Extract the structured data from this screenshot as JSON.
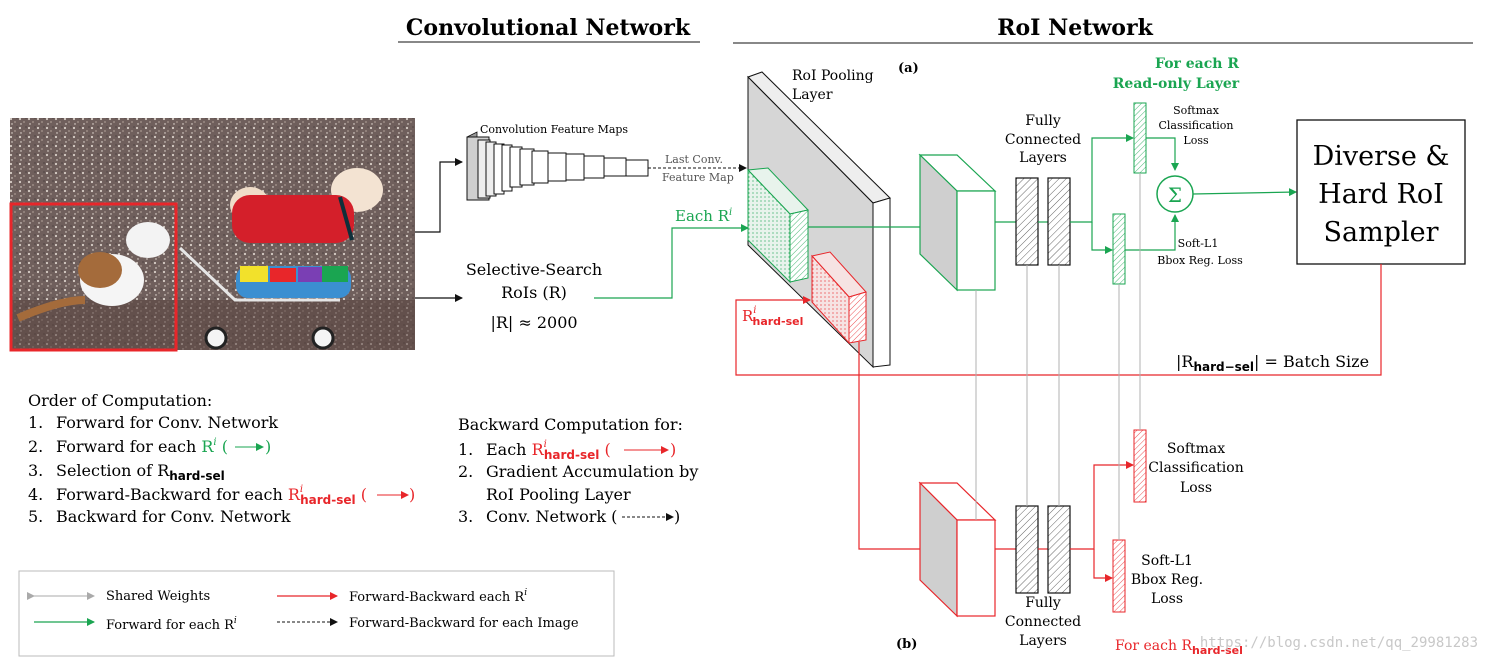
{
  "headers": {
    "conv_network": "Convolutional Network",
    "roi_network": "RoI Network"
  },
  "labels": {
    "panel_a": "(a)",
    "panel_b": "(b)",
    "conv_feature_maps": "Convolution Feature Maps",
    "last_conv_1": "Last Conv.",
    "last_conv_2": "Feature Map",
    "selective_search_1": "Selective-Search",
    "selective_search_2": "RoIs (R)",
    "r_count": "|R| ≈ 2000",
    "each_r": "Each R",
    "each_r_sup": "i",
    "r_hardsel": "R",
    "r_hardsel_sup": "i",
    "r_hardsel_sub": "hard-sel",
    "roi_pool_1": "RoI Pooling",
    "roi_pool_2": "Layer",
    "fc_top_1": "Fully",
    "fc_top_2": "Connected",
    "fc_top_3": "Layers",
    "fc_bot_1": "Fully",
    "fc_bot_2": "Connected",
    "fc_bot_3": "Layers",
    "for_each_r": "For each R",
    "read_only_layer": "Read-only Layer",
    "softmax_top_1": "Softmax",
    "softmax_top_2": "Classification",
    "softmax_top_3": "Loss",
    "softl1_top_1": "Soft-L1",
    "softl1_top_2": "Bbox Reg. Loss",
    "softmax_bot_1": "Softmax",
    "softmax_bot_2": "Classification",
    "softmax_bot_3": "Loss",
    "softl1_bot_1": "Soft-L1",
    "softl1_bot_2": "Bbox Reg.",
    "softl1_bot_3": "Loss",
    "sigma": "Σ",
    "sampler_1": "Diverse &",
    "sampler_2": "Hard RoI",
    "sampler_3": "Sampler",
    "batch_size_pre": "|R",
    "batch_size_sub": "hard−sel",
    "batch_size_post": "| = Batch Size",
    "for_each_hardsel_pre": "For each R",
    "for_each_hardsel_sub": "hard-sel",
    "watermark": "https://blog.csdn.net/qq_29981283"
  },
  "order": {
    "title": "Order of Computation:",
    "items": [
      {
        "num": "1.",
        "text": "Forward for Conv. Network"
      },
      {
        "num": "2.",
        "text": "Forward for each "
      },
      {
        "num": "3.",
        "text": "Selection of R"
      },
      {
        "num": "4.",
        "text": "Forward-Backward for each "
      },
      {
        "num": "5.",
        "text": "Backward for Conv. Network"
      }
    ],
    "item2_r": "R",
    "item2_sup": "i",
    "item3_sub": "hard-sel",
    "item4_r": "R",
    "item4_sup": "i",
    "item4_sub": "hard-sel"
  },
  "backward": {
    "title": "Backward Computation for:",
    "items": [
      {
        "num": "1.",
        "text": "Each "
      },
      {
        "num": "2.",
        "text": "Gradient Accumulation by"
      },
      {
        "num": "",
        "text": "RoI Pooling Layer"
      },
      {
        "num": "3.",
        "text": "Conv. Network ("
      }
    ],
    "item1_r": "R",
    "item1_sup": "i",
    "item1_sub": "hard-sel",
    "item3_close": ")"
  },
  "legend": {
    "shared_weights": "Shared Weights",
    "forward_each": "Forward for each R",
    "forward_each_sup": "i",
    "fb_each": "Forward-Backward each R",
    "fb_each_sup": "i",
    "fb_image": "Forward-Backward for each Image"
  },
  "colors": {
    "green": "#1aa551",
    "red": "#e8262a",
    "gray_fill": "#d6d6d6",
    "gray_line": "#b0b0b0",
    "black": "#111111"
  }
}
